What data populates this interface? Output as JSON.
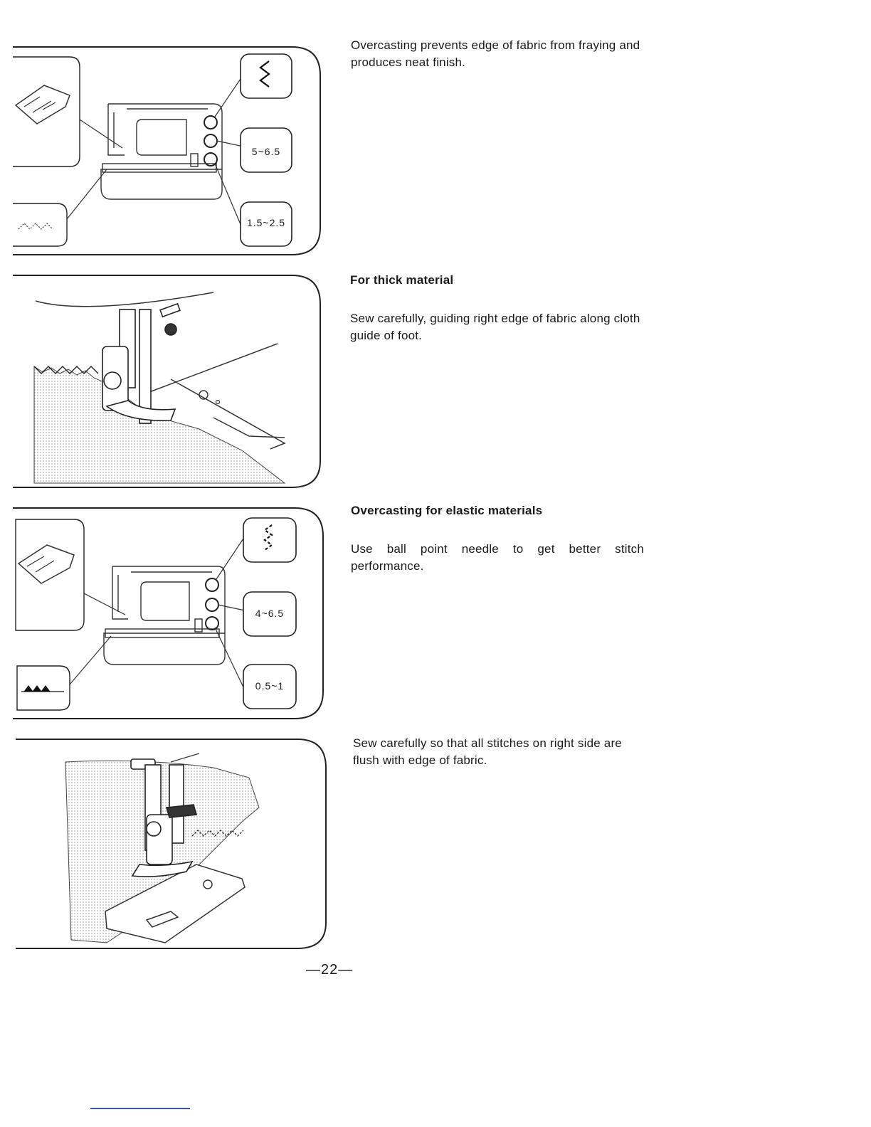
{
  "sections": [
    {
      "description": "Overcasting prevents edge of fabric from fraying and produces neat finish.",
      "width_setting": "5~6.5",
      "length_setting": "1.5~2.5"
    },
    {
      "heading": "For thick material",
      "description": "Sew carefully, guiding right edge of fabric along cloth guide of foot."
    },
    {
      "heading": "Overcasting for elastic materials",
      "description": "Use ball point needle to get better stitch performance.",
      "width_setting": "4~6.5",
      "length_setting": "0.5~1"
    },
    {
      "description": "Sew carefully so that all stitches on right side are flush with edge of fabric."
    }
  ],
  "page_number": "—22—"
}
